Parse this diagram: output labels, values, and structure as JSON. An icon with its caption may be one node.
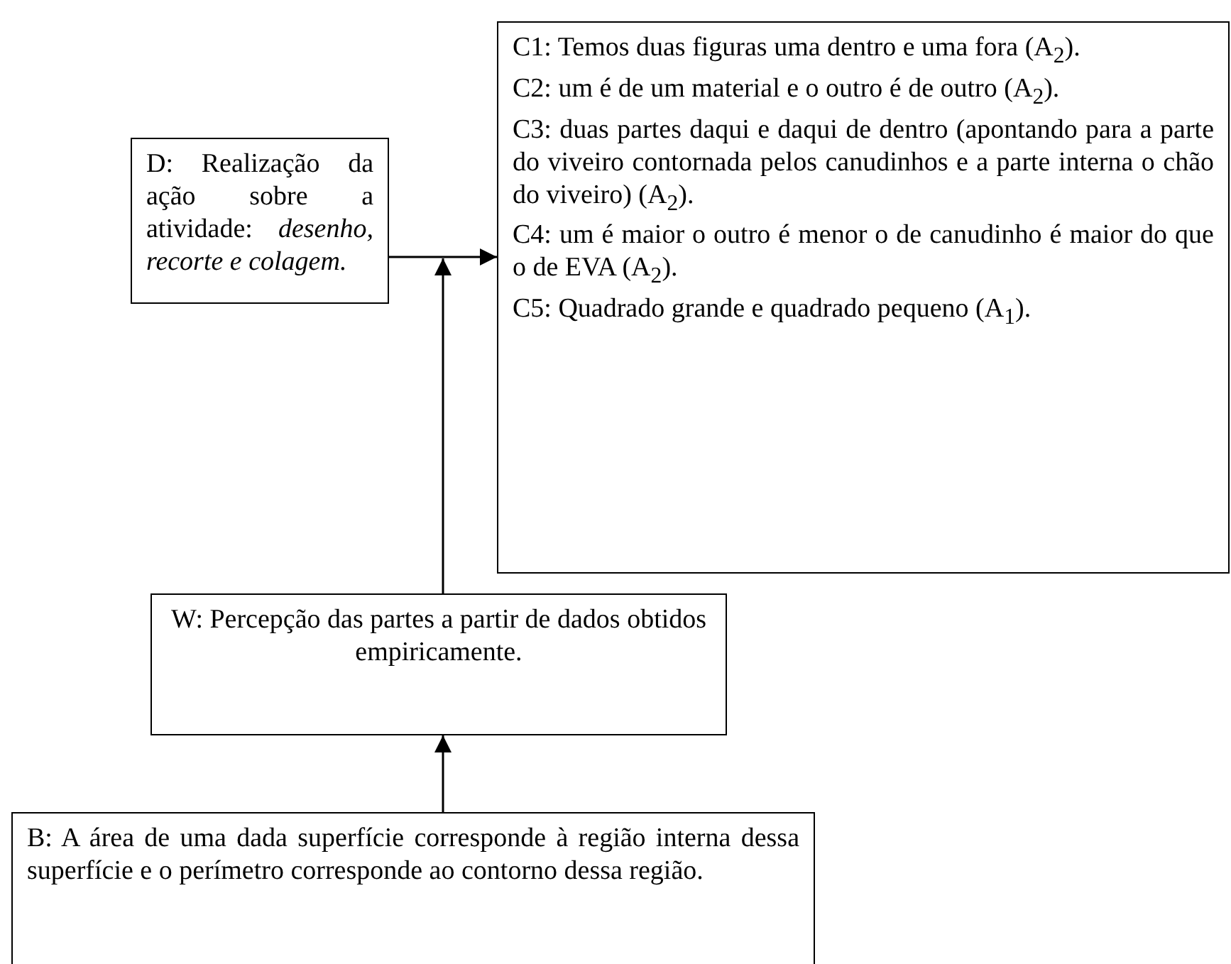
{
  "diagram": {
    "nodes": [
      {
        "text": [
          "D: Realização da ação sobre a atividade: *desenho, recorte e colagem.*"
        ]
      },
      {
        "text": [
          "C1: Temos duas figuras uma dentro e uma fora (A$_{2}$).",
          "C2: um é de um material e o outro é de outro (A$_{2}$).",
          "C3: duas partes daqui e daqui de dentro (apontando para a parte do viveiro contornada pelos canudinhos e a parte interna o chão do viveiro) (A$_{2}$).",
          "C4: um é maior o outro é menor o de canudinho é maior do que o de EVA (A$_{2}$).",
          "C5: Quadrado grande e quadrado pequeno (A$_{1}$)."
        ]
      },
      {
        "text": [
          "W: Percepção das partes a partir de dados obtidos empiricamente."
        ]
      },
      {
        "text": [
          "B: A área de uma dada superfície corresponde à região interna dessa superfície e o perímetro corresponde ao contorno dessa região."
        ]
      }
    ],
    "edges": [
      {
        "from": 0,
        "to": 1,
        "arrow": "to"
      },
      {
        "from": 2,
        "to": null,
        "arrow": "to"
      },
      {
        "from": 3,
        "to": 2,
        "arrow": "to"
      }
    ]
  }
}
